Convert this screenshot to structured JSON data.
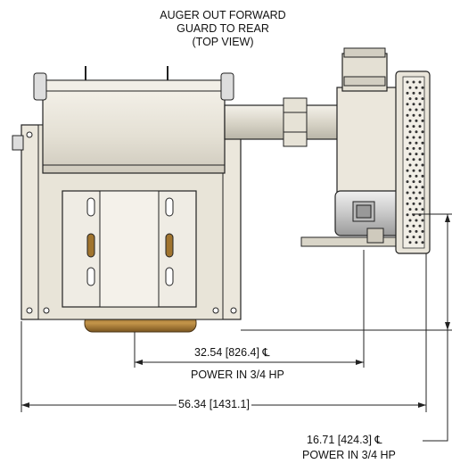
{
  "title_lines": [
    "AUGER OUT FORWARD",
    "GUARD TO REAR",
    "(TOP VIEW)"
  ],
  "dimensions": {
    "motor_offset": {
      "value": "32.54 [826.4] ℄",
      "note": "POWER IN 3/4 HP"
    },
    "overall_width": {
      "value": "56.34 [1431.1]"
    },
    "vertical_offset": {
      "value": "16.71 [424.3] ℄",
      "note": "POWER IN 3/4 HP"
    }
  },
  "colors": {
    "body": "#ebe7dc",
    "body_shade": "#d9d5c8",
    "line": "#222222",
    "brass": "#a0742e",
    "motor": "#d7d7d7"
  }
}
